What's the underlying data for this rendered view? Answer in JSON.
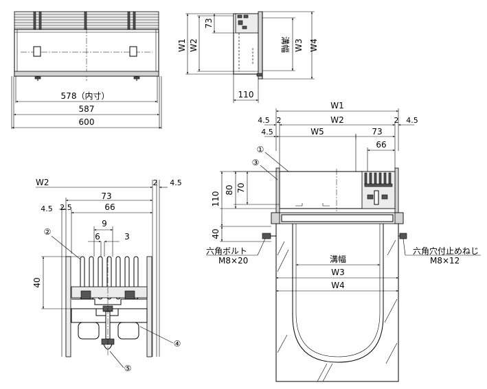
{
  "dimensions": {
    "inner_width": "578（内寸）",
    "d587": "587",
    "d600": "600",
    "d110_top": "110",
    "d73_top": "73",
    "W1": "W1",
    "W2": "W2",
    "W3": "W3",
    "W4": "W4",
    "W5": "W5",
    "d4_5": "4.5",
    "d2": "2",
    "d73": "73",
    "d66": "66",
    "d2_5": "2.5",
    "d9": "9",
    "d6": "6",
    "d3": "3",
    "d40": "40",
    "d110": "110",
    "d80": "80",
    "d70": "70",
    "groove_width": "溝幅"
  },
  "callouts": {
    "c1": "①",
    "c2": "②",
    "c3": "③",
    "c4": "④",
    "c5": "⑤"
  },
  "notes": {
    "hex_bolt_name": "六角ボルト",
    "hex_bolt_size": "M8×20",
    "set_screw_name": "六角穴付止めねじ",
    "set_screw_size": "M8×12"
  }
}
